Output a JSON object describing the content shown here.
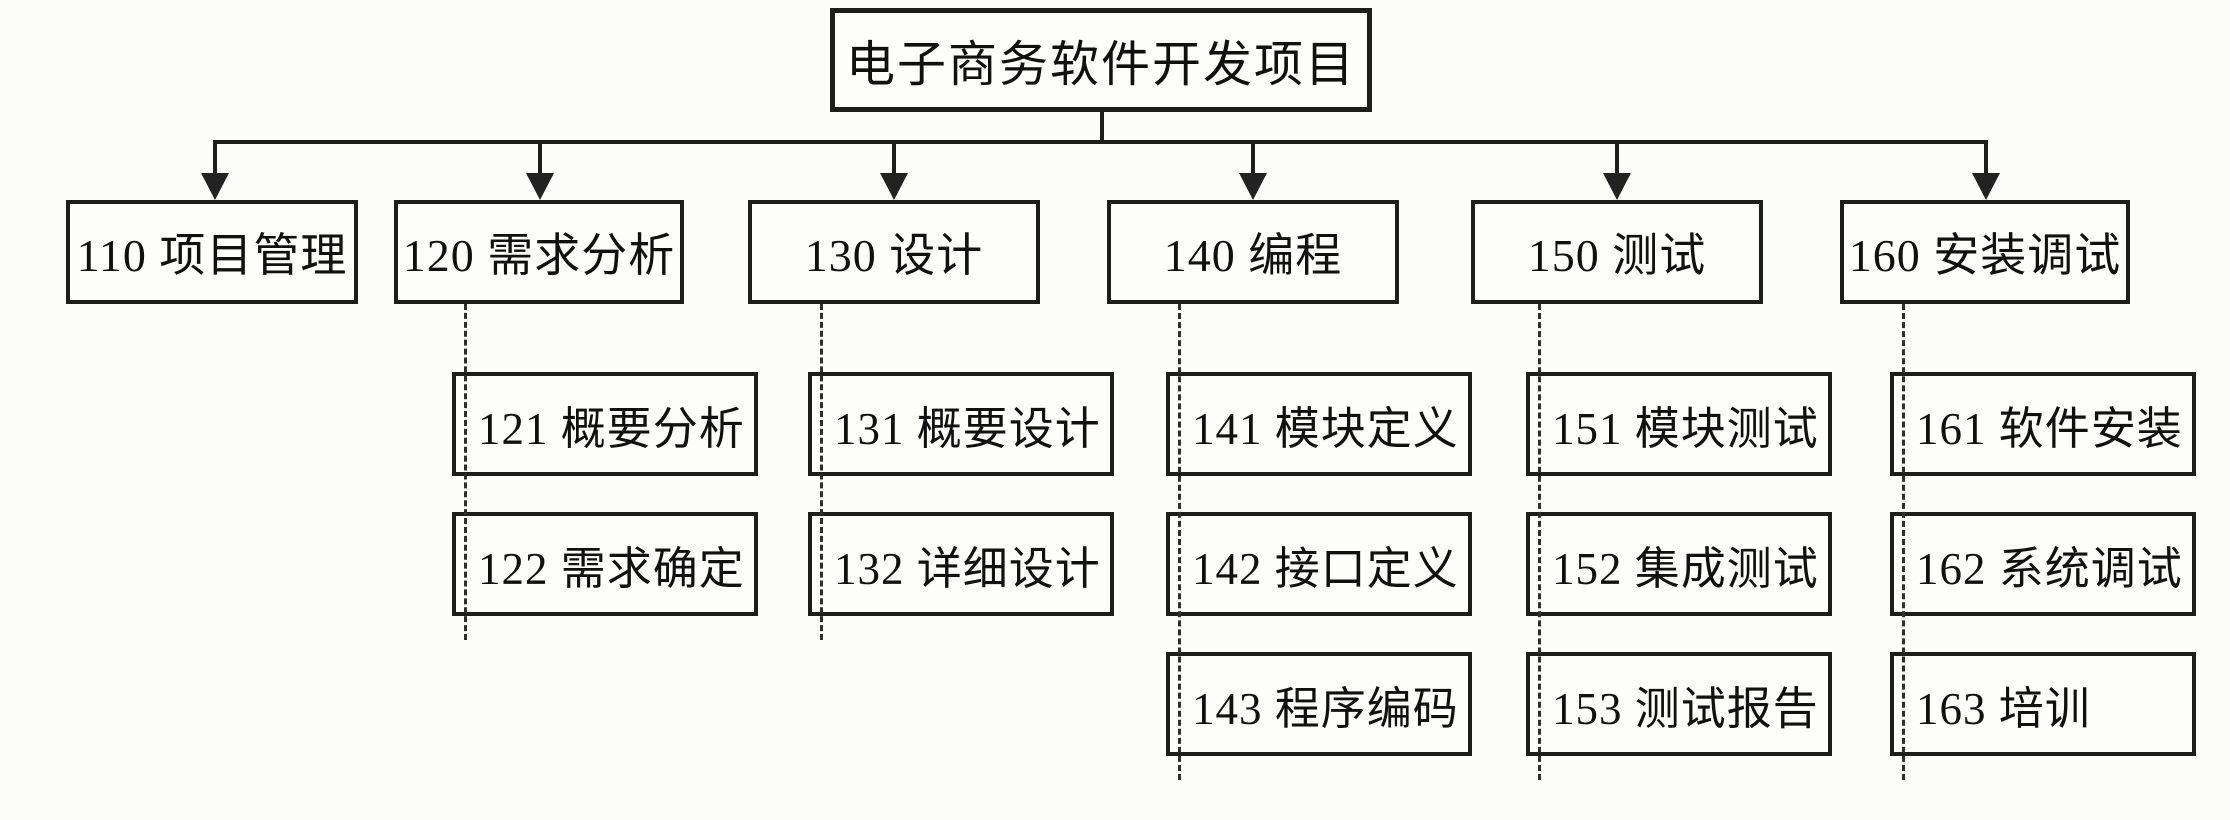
{
  "diagram": {
    "type": "wbs-tree",
    "root": {
      "label": "电子商务软件开发项目"
    },
    "branches": [
      {
        "id": "110",
        "label": "110 项目管理",
        "children": []
      },
      {
        "id": "120",
        "label": "120 需求分析",
        "children": [
          {
            "id": "121",
            "label": "121 概要分析"
          },
          {
            "id": "122",
            "label": "122 需求确定"
          }
        ]
      },
      {
        "id": "130",
        "label": "130 设计",
        "children": [
          {
            "id": "131",
            "label": "131 概要设计"
          },
          {
            "id": "132",
            "label": "132 详细设计"
          }
        ]
      },
      {
        "id": "140",
        "label": "140 编程",
        "children": [
          {
            "id": "141",
            "label": "141 模块定义"
          },
          {
            "id": "142",
            "label": "142 接口定义"
          },
          {
            "id": "143",
            "label": "143 程序编码"
          }
        ]
      },
      {
        "id": "150",
        "label": "150 测试",
        "children": [
          {
            "id": "151",
            "label": "151 模块测试"
          },
          {
            "id": "152",
            "label": "152 集成测试"
          },
          {
            "id": "153",
            "label": "153 测试报告"
          }
        ]
      },
      {
        "id": "160",
        "label": "160 安装调试",
        "children": [
          {
            "id": "161",
            "label": "161 软件安装"
          },
          {
            "id": "162",
            "label": "162 系统调试"
          },
          {
            "id": "163",
            "label": "163 培训"
          }
        ]
      }
    ],
    "colors": {
      "line": "#1d1d1d",
      "box_border": "#1d1d1d",
      "text": "#101010",
      "background": "#fcfcfa"
    }
  }
}
